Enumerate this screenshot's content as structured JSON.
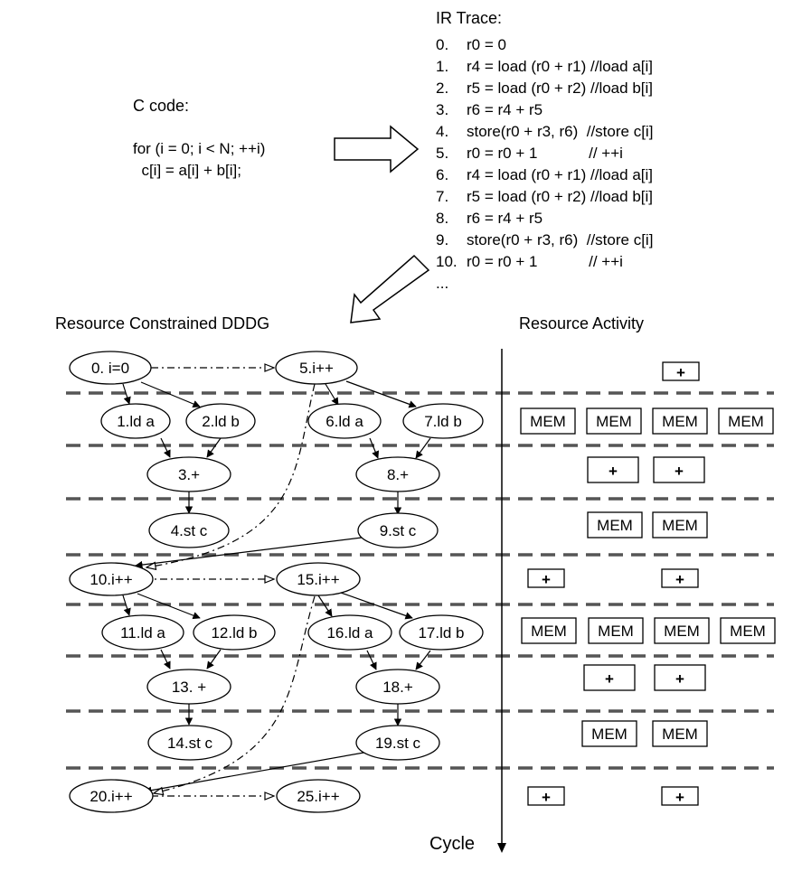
{
  "c_code": {
    "label": "C code:",
    "line1": "for (i = 0; i < N; ++i)",
    "line2": "  c[i] = a[i] + b[i];"
  },
  "ir_trace": {
    "title": "IR Trace:",
    "lines": [
      {
        "num": "0.",
        "text": "r0 = 0"
      },
      {
        "num": "1.",
        "text": "r4 = load (r0 + r1) //load a[i]"
      },
      {
        "num": "2.",
        "text": "r5 = load (r0 + r2) //load b[i]"
      },
      {
        "num": "3.",
        "text": "r6 = r4 + r5"
      },
      {
        "num": "4.",
        "text": "store(r0 + r3, r6)  //store c[i]"
      },
      {
        "num": "5.",
        "text": "r0 = r0 + 1            // ++i"
      },
      {
        "num": "6.",
        "text": "r4 = load (r0 + r1) //load a[i]"
      },
      {
        "num": "7.",
        "text": "r5 = load (r0 + r2) //load b[i]"
      },
      {
        "num": "8.",
        "text": "r6 = r4 + r5"
      },
      {
        "num": "9.",
        "text": "store(r0 + r3, r6)  //store c[i]"
      },
      {
        "num": "10.",
        "text": "r0 = r0 + 1            // ++i"
      },
      {
        "num": "...",
        "text": ""
      }
    ]
  },
  "dddg": {
    "title": "Resource Constrained DDDG",
    "nodes": [
      {
        "id": "n0",
        "label": "0. i=0"
      },
      {
        "id": "n5",
        "label": "5.i++"
      },
      {
        "id": "n1",
        "label": "1.ld a"
      },
      {
        "id": "n2",
        "label": "2.ld b"
      },
      {
        "id": "n6",
        "label": "6.ld a"
      },
      {
        "id": "n7",
        "label": "7.ld b"
      },
      {
        "id": "n3",
        "label": "3.+"
      },
      {
        "id": "n8",
        "label": "8.+"
      },
      {
        "id": "n4",
        "label": "4.st c"
      },
      {
        "id": "n9",
        "label": "9.st c"
      },
      {
        "id": "n10",
        "label": "10.i++"
      },
      {
        "id": "n15",
        "label": "15.i++"
      },
      {
        "id": "n11",
        "label": "11.ld a"
      },
      {
        "id": "n12",
        "label": "12.ld b"
      },
      {
        "id": "n16",
        "label": "16.ld a"
      },
      {
        "id": "n17",
        "label": "17.ld b"
      },
      {
        "id": "n13",
        "label": "13. +"
      },
      {
        "id": "n18",
        "label": "18.+"
      },
      {
        "id": "n14",
        "label": "14.st c"
      },
      {
        "id": "n19",
        "label": "19.st c"
      },
      {
        "id": "n20",
        "label": "20.i++"
      },
      {
        "id": "n25",
        "label": "25.i++"
      }
    ]
  },
  "resource_activity": {
    "title": "Resource Activity",
    "rows": [
      [
        "+"
      ],
      [
        "MEM",
        "MEM",
        "MEM",
        "MEM"
      ],
      [
        "+",
        "+"
      ],
      [
        "MEM",
        "MEM"
      ],
      [
        "+",
        "+"
      ],
      [
        "MEM",
        "MEM",
        "MEM",
        "MEM"
      ],
      [
        "+",
        "+"
      ],
      [
        "MEM",
        "MEM"
      ],
      [
        "+",
        "+"
      ]
    ]
  },
  "cycle_label": "Cycle",
  "colors": {
    "stroke": "#000000",
    "background": "#ffffff"
  }
}
